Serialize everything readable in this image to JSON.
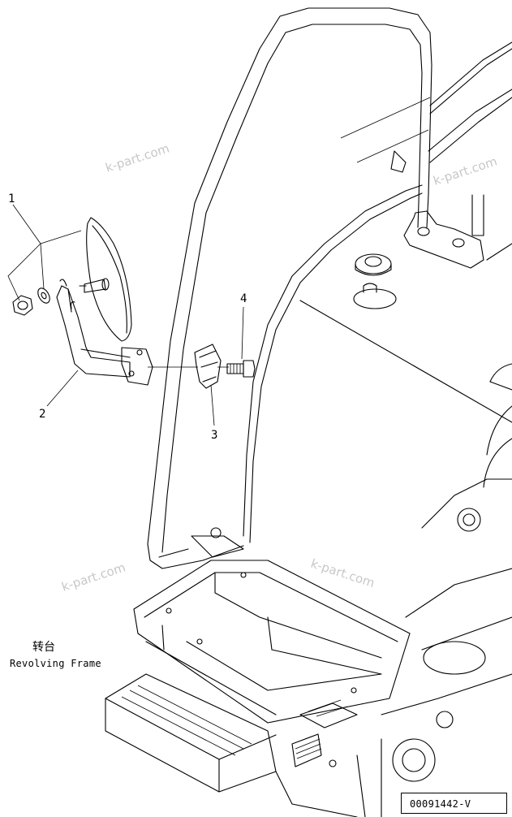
{
  "callouts": [
    {
      "id": "c1",
      "text": "1"
    },
    {
      "id": "c2",
      "text": "2"
    },
    {
      "id": "c3",
      "text": "3"
    },
    {
      "id": "c4",
      "text": "4"
    }
  ],
  "watermarks": [
    "k-part.com",
    "k-part.com",
    "k-part.com",
    "k-part.com"
  ],
  "frame_label": {
    "chinese": "转台",
    "english": "Revolving Frame"
  },
  "drawing_code": "00091442-V"
}
